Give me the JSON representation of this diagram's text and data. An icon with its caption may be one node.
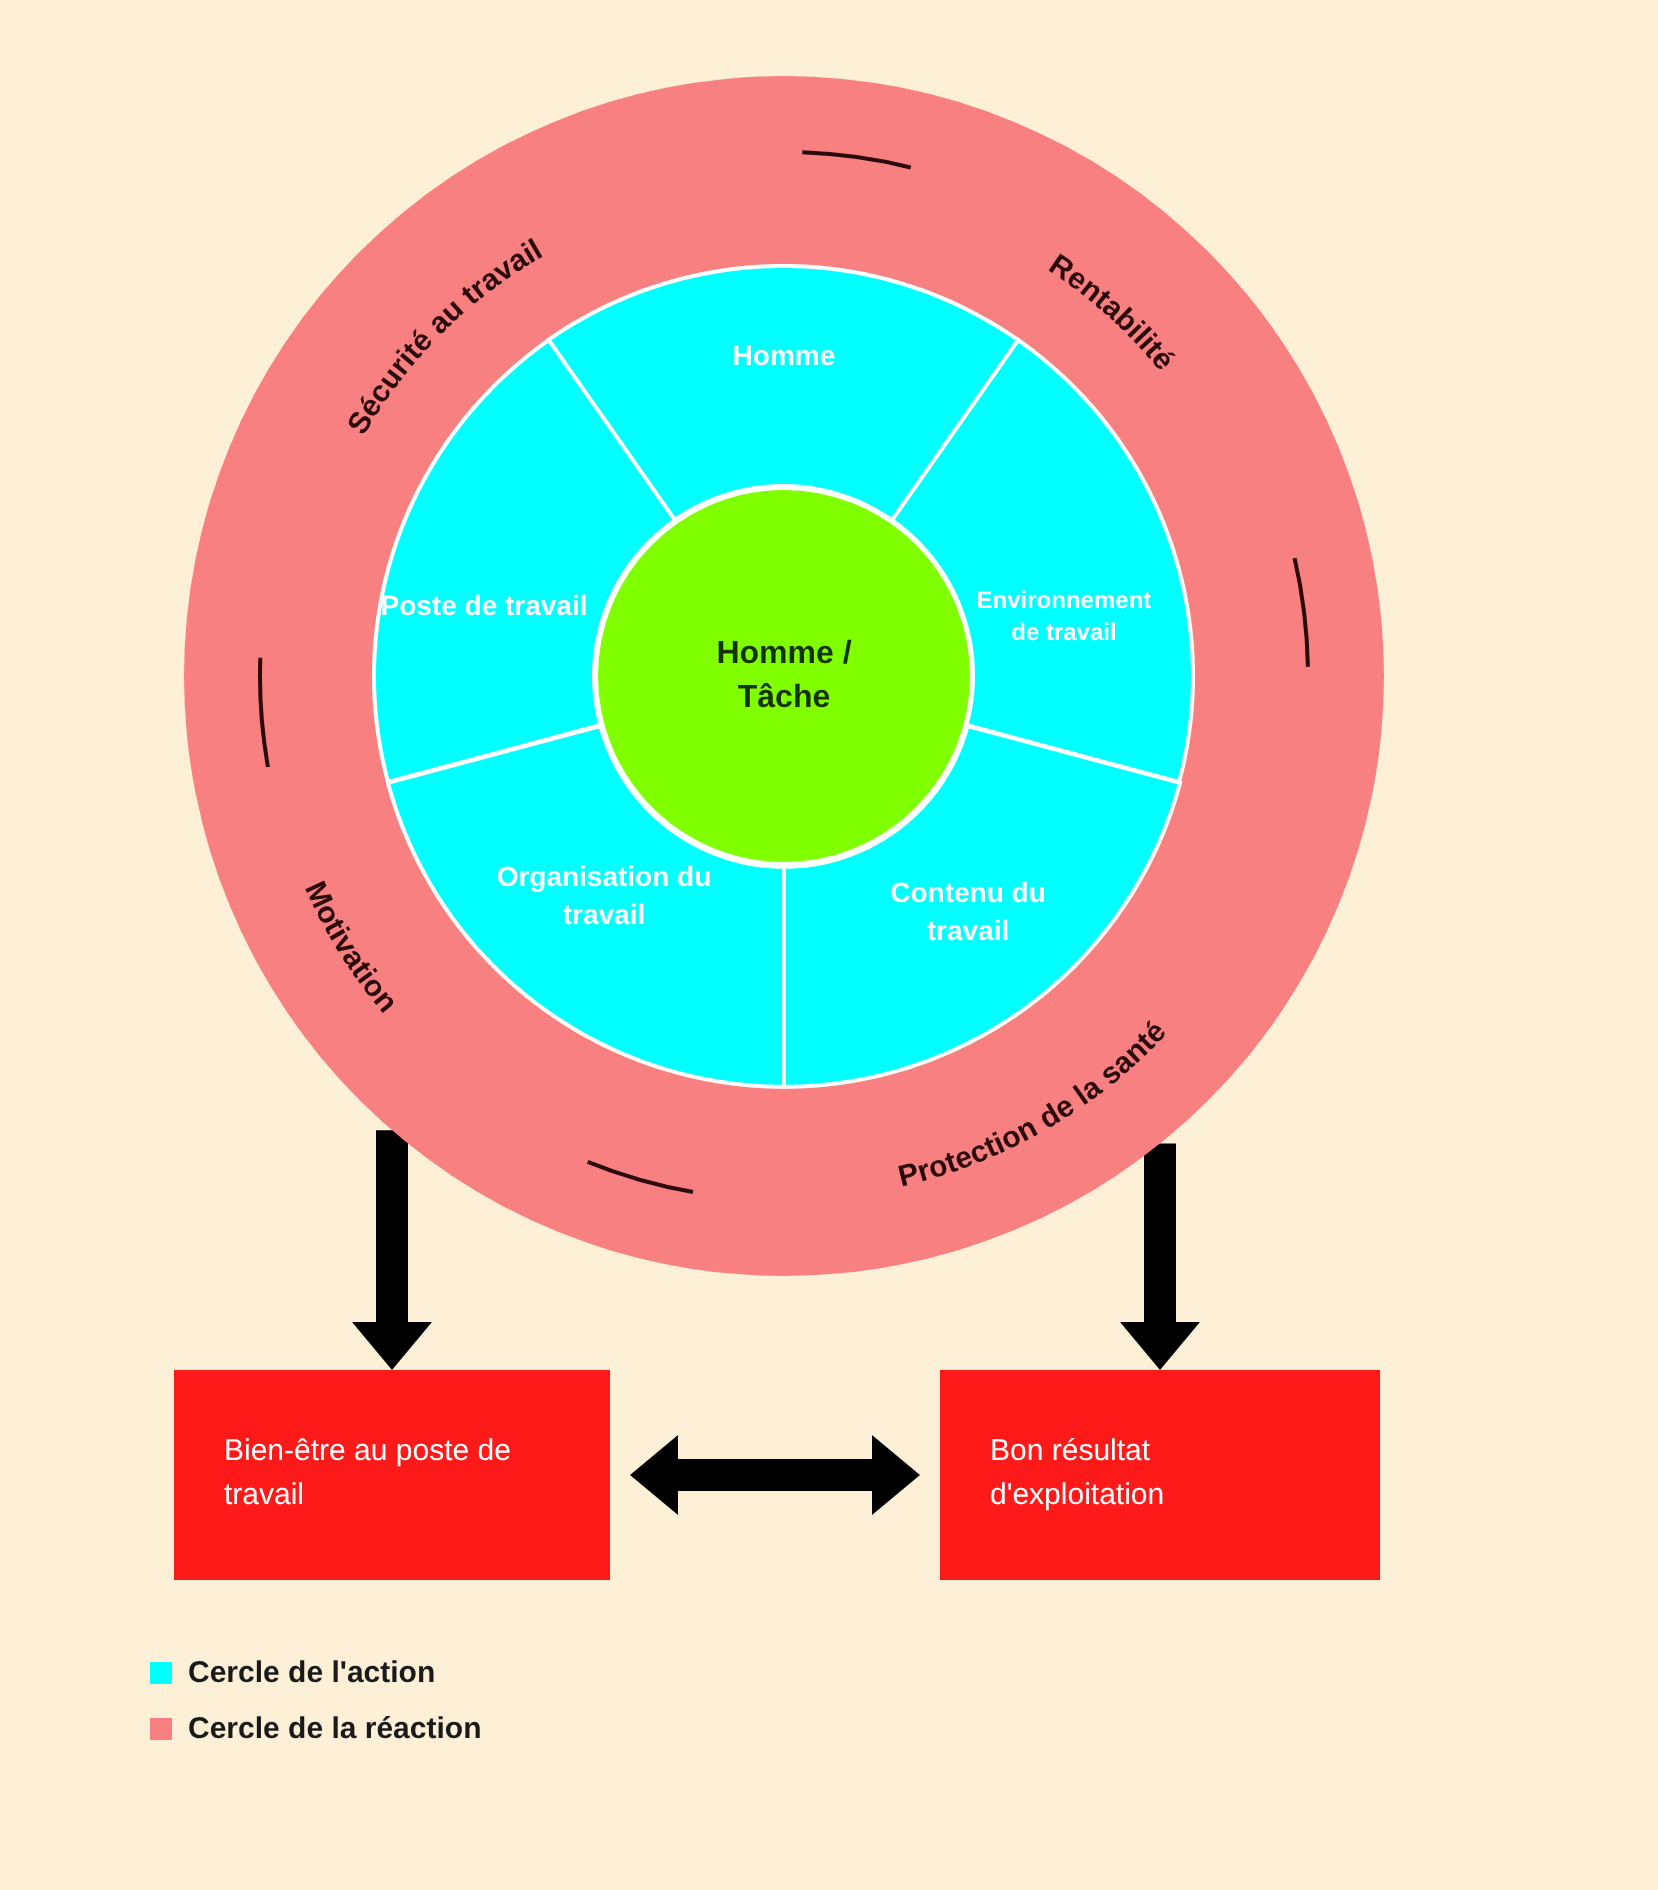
{
  "diagram": {
    "nodes": [
      {
        "text": [
          "Sécurité au travail",
          "Rentabilité",
          "Motivation",
          "Protection de la santé"
        ]
      },
      {
        "text": [],
        "shape": "circle",
        "in": 0
      },
      {
        "text": [
          "Homme"
        ],
        "in": 1
      },
      {
        "text": [
          "Poste de travail"
        ],
        "in": 1
      },
      {
        "text": [
          "Homme / Tâche"
        ],
        "in": 1
      },
      {
        "text": [
          "Environnement de travail"
        ],
        "in": 1
      },
      {
        "text": [
          "Organisation du travail"
        ],
        "in": 1
      },
      {
        "text": [
          "Contenu du travail"
        ],
        "in": 1
      },
      {
        "text": [
          "Bien-être au poste de travail"
        ]
      },
      {
        "text": [
          "Bon résultat d'exploitation"
        ]
      }
    ],
    "edges": [
      {
        "from": 0,
        "to": 8,
        "arrow": "to"
      },
      {
        "from": 0,
        "to": 9,
        "arrow": "to"
      },
      {
        "from": 8,
        "to": 9,
        "arrow": "both"
      }
    ],
    "legend": [
      {
        "text": "Cercle de l'action",
        "color": "#00ffff"
      },
      {
        "text": "Cercle de la réaction",
        "color": "#f88080"
      }
    ]
  }
}
